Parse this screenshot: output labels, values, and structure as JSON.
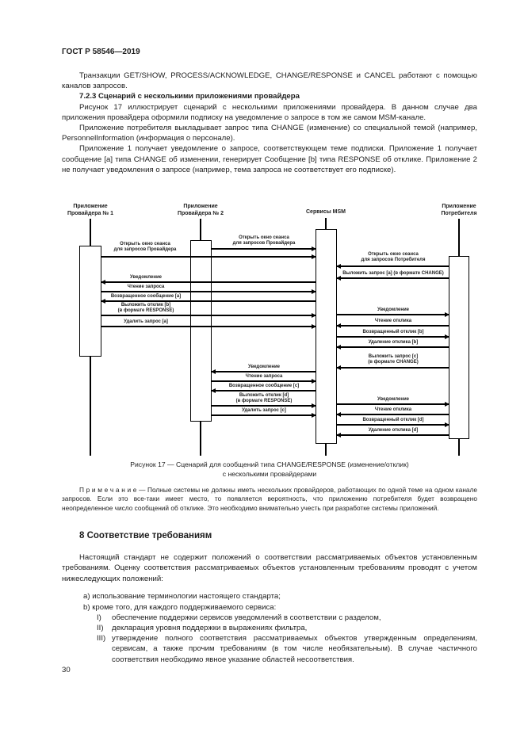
{
  "page": {
    "standard_code": "ГОСТ Р 58546—2019",
    "page_number": "30"
  },
  "intro": {
    "p1": "Транзакции GET/SHOW, PROCESS/ACKNOWLEDGE, CHANGE/RESPONSE и CANCEL работают с помощью каналов запросов.",
    "heading_723": "7.2.3 Сценарий с несколькими приложениями провайдера",
    "p2": "Рисунок 17 иллюстрирует сценарий с несколькими приложениями провайдера. В данном случае два приложения провайдера оформили подписку на уведомление о запросе в том же самом MSM-канале.",
    "p3": "Приложение потребителя выкладывает запрос типа CHANGE (изменение) со специальной темой (например, PersonnelInformation (информация о персонале).",
    "p4": "Приложение 1 получает уведомление о запросе, соответствующем теме подписки. Приложение 1 получает сообщение [a] типа CHANGE об изменении, генерирует Сообщение [b] типа RESPONSE об отклике. Приложение 2 не получает уведомления о запросе (например, тема запроса не соответствует его подписке)."
  },
  "diagram": {
    "lifelines": [
      {
        "name": "Приложение\nПровайдера № 1"
      },
      {
        "name": "Приложение\nПровайдера № 2"
      },
      {
        "name": "Сервисы MSM"
      },
      {
        "name": "Приложение\nПотребителя"
      }
    ],
    "messages": [
      {
        "label": "Открыть окно сеанса\nдля запросов Провайдера"
      },
      {
        "label": "Уведомление"
      },
      {
        "label": "Чтение запроса"
      },
      {
        "label": "Возвращенное сообщение [a]"
      },
      {
        "label": "Выложить отклик [b]\n(в формате RESPONSE)"
      },
      {
        "label": "Удалить запрос [a]"
      },
      {
        "label": "Открыть окно сеанса\nдля запросов Провайдера"
      },
      {
        "label": "Уведомление"
      },
      {
        "label": "Чтение запроса"
      },
      {
        "label": "Возвращенное сообщение [c]"
      },
      {
        "label": "Выложить отклик [d]\n(в формате RESPONSE)"
      },
      {
        "label": "Удалить запрос [c]"
      },
      {
        "label": "Открыть окно сеанса\nдля запросов Потребителя"
      },
      {
        "label": "Выложить запрос [a] (в формате CHANGE)"
      },
      {
        "label": "Уведомление"
      },
      {
        "label": "Чтение отклика"
      },
      {
        "label": "Возвращенный отклик [b]"
      },
      {
        "label": "Удаление отклика [b]"
      },
      {
        "label": "Выложить запрос [c]\n(в формате CHANGE)"
      },
      {
        "label": "Уведомление"
      },
      {
        "label": "Чтение отклика"
      },
      {
        "label": "Возвращенный отклик [d]"
      },
      {
        "label": "Удаление отклика [d]"
      }
    ]
  },
  "figure": {
    "caption_line1": "Рисунок 17 — Сценарий для сообщений типа CHANGE/RESPONSE (изменение/отклик)",
    "caption_line2": "с несколькими провайдерами"
  },
  "note": "П р и м е ч а н и е — Полные системы не должны иметь нескольких провайдеров, работающих по одной теме на одном канале запросов. Если это все-таки имеет место, то появляется вероятность, что приложению потребителя будет возвращено неопределенное число сообщений об отклике. Это необходимо внимательно учесть при разработке системы приложений.",
  "section8": {
    "heading": "8  Соответствие требованиям",
    "p1": "Настоящий стандарт не содержит положений о соответствии рассматриваемых объектов установленным требованиям. Оценку соответствия рассматриваемых объектов установленным требованиям проводят с учетом нижеследующих положений:",
    "item_a": "a) использование терминологии настоящего стандарта;",
    "item_b": "b) кроме того, для каждого поддерживаемого сервиса:",
    "sub_items": [
      {
        "label": "I)",
        "text": "обеспечение поддержки сервисов уведомлений в соответствии с разделом,"
      },
      {
        "label": "II)",
        "text": "декларация уровня поддержки в выражениях фильтра,"
      },
      {
        "label": "III)",
        "text": "утверждение полного соответствия рассматриваемых объектов утвержденным определениям, сервисам, а также прочим требованиям (в том числе необязательным). В случае частичного соответствия необходимо явное указание областей несоответствия."
      }
    ]
  }
}
